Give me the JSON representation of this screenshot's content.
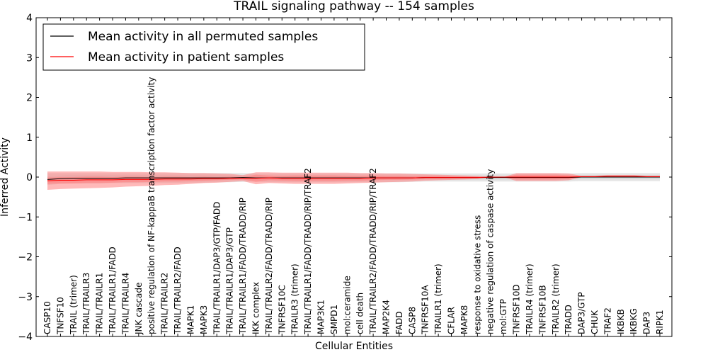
{
  "chart_data": {
    "type": "line",
    "title": "TRAIL signaling pathway -- 154 samples",
    "xlabel": "Cellular Entities",
    "ylabel": "Inferred Activity",
    "ylim": [
      -4,
      4
    ],
    "yticks": [
      -4,
      -3,
      -2,
      -1,
      0,
      1,
      2,
      3,
      4
    ],
    "ytick_labels": [
      "−4",
      "−3",
      "−2",
      "−1",
      "0",
      "1",
      "2",
      "3",
      "4"
    ],
    "legend_position": "top-left",
    "grid": false,
    "categories": [
      "CASP10",
      "TNFSF10",
      "TRAIL (trimer)",
      "TRAIL/TRAILR3",
      "TRAIL/TRAILR1",
      "TRAIL/TRAILR1/FADD",
      "TRAIL/TRAILR4",
      "JNK cascade",
      "positive regulation of NF-kappaB transcription factor activity",
      "TRAIL/TRAILR2",
      "TRAIL/TRAILR2/FADD",
      "MAPK1",
      "MAPK3",
      "TRAIL/TRAILR1/DAP3/GTP/FADD",
      "TRAIL/TRAILR1/DAP3/GTP",
      "TRAIL/TRAILR1/FADD/TRADD/RIP",
      "IKK complex",
      "TRAIL/TRAILR2/FADD/TRADD/RIP",
      "TNFRSF10C",
      "TRAILR3 (trimer)",
      "TRAIL/TRAILR1/FADD/TRADD/RIP/TRAF2",
      "MAP3K1",
      "SMPD1",
      "mol:ceramide",
      "cell death",
      "TRAIL/TRAILR2/FADD/TRADD/RIP/TRAF2",
      "MAP2K4",
      "FADD",
      "CASP8",
      "TNFRSF10A",
      "TRAILR1 (trimer)",
      "CFLAR",
      "MAPK8",
      "response to oxidative stress",
      "negative regulation of caspase activity",
      "mol:GTP",
      "TNFRSF10D",
      "TRAILR4 (trimer)",
      "TNFRSF10B",
      "TRAILR2 (trimer)",
      "TRADD",
      "DAP3/GTP",
      "CHUK",
      "TRAF2",
      "IKBKB",
      "IKBKG",
      "DAP3",
      "RIPK1"
    ],
    "series": [
      {
        "name": "Mean activity in all permuted samples",
        "color": "#000000",
        "band_color": "#d0d0d0",
        "values": [
          -0.06,
          -0.04,
          -0.03,
          -0.03,
          -0.03,
          -0.03,
          -0.02,
          -0.02,
          -0.02,
          -0.02,
          -0.02,
          -0.02,
          -0.02,
          -0.02,
          -0.02,
          -0.01,
          -0.02,
          -0.02,
          -0.02,
          -0.02,
          -0.02,
          -0.02,
          -0.02,
          -0.02,
          -0.02,
          -0.02,
          -0.02,
          -0.02,
          -0.02,
          -0.01,
          -0.01,
          -0.01,
          -0.01,
          -0.01,
          -0.01,
          -0.01,
          -0.01,
          -0.01,
          -0.01,
          -0.01,
          -0.01,
          0.0,
          0.0,
          0.0,
          0.0,
          0.0,
          0.0,
          0.0
        ],
        "inner_lower": [
          -0.12,
          -0.1,
          -0.09,
          -0.09,
          -0.09,
          -0.09,
          -0.08,
          -0.08,
          -0.08,
          -0.08,
          -0.08,
          -0.08,
          -0.08,
          -0.07,
          -0.07,
          -0.06,
          -0.06,
          -0.07,
          -0.07,
          -0.07,
          -0.07,
          -0.07,
          -0.07,
          -0.07,
          -0.07,
          -0.07,
          -0.07,
          -0.07,
          -0.07,
          -0.06,
          -0.06,
          -0.06,
          -0.06,
          -0.06,
          -0.06,
          -0.06,
          -0.06,
          -0.06,
          -0.06,
          -0.06,
          -0.06,
          -0.05,
          -0.05,
          -0.05,
          -0.05,
          -0.05,
          -0.05,
          -0.05
        ],
        "inner_upper": [
          0.02,
          0.04,
          0.05,
          0.05,
          0.05,
          0.05,
          0.05,
          0.05,
          0.05,
          0.05,
          0.05,
          0.05,
          0.05,
          0.05,
          0.05,
          0.05,
          0.04,
          0.04,
          0.04,
          0.04,
          0.04,
          0.04,
          0.04,
          0.04,
          0.04,
          0.04,
          0.04,
          0.04,
          0.04,
          0.04,
          0.04,
          0.04,
          0.04,
          0.04,
          0.04,
          0.04,
          0.04,
          0.04,
          0.04,
          0.04,
          0.04,
          0.05,
          0.05,
          0.05,
          0.05,
          0.05,
          0.05,
          0.05
        ],
        "outer_lower": [
          -0.2,
          -0.17,
          -0.16,
          -0.16,
          -0.16,
          -0.15,
          -0.15,
          -0.15,
          -0.15,
          -0.15,
          -0.15,
          -0.14,
          -0.14,
          -0.13,
          -0.13,
          -0.12,
          -0.11,
          -0.13,
          -0.13,
          -0.13,
          -0.13,
          -0.13,
          -0.13,
          -0.13,
          -0.13,
          -0.13,
          -0.13,
          -0.13,
          -0.12,
          -0.11,
          -0.11,
          -0.11,
          -0.11,
          -0.11,
          -0.11,
          -0.11,
          -0.11,
          -0.11,
          -0.11,
          -0.11,
          -0.11,
          -0.1,
          -0.1,
          -0.1,
          -0.1,
          -0.1,
          -0.1,
          -0.1
        ],
        "outer_upper": [
          0.1,
          0.1,
          0.1,
          0.1,
          0.1,
          0.1,
          0.1,
          0.1,
          0.1,
          0.1,
          0.1,
          0.1,
          0.1,
          0.1,
          0.1,
          0.1,
          0.09,
          0.09,
          0.09,
          0.09,
          0.09,
          0.09,
          0.09,
          0.09,
          0.09,
          0.09,
          0.09,
          0.09,
          0.09,
          0.09,
          0.09,
          0.09,
          0.09,
          0.09,
          0.09,
          0.09,
          0.09,
          0.09,
          0.09,
          0.09,
          0.09,
          0.1,
          0.1,
          0.1,
          0.1,
          0.1,
          0.1,
          0.1
        ]
      },
      {
        "name": "Mean activity in patient samples",
        "color": "#ff0000",
        "band_color": "#ff8080",
        "values": [
          -0.09,
          -0.08,
          -0.08,
          -0.07,
          -0.07,
          -0.07,
          -0.06,
          -0.06,
          -0.06,
          -0.05,
          -0.05,
          -0.05,
          -0.04,
          -0.04,
          -0.03,
          -0.03,
          -0.03,
          -0.02,
          -0.03,
          -0.03,
          -0.03,
          -0.03,
          -0.03,
          -0.03,
          -0.03,
          -0.02,
          -0.02,
          -0.02,
          -0.02,
          -0.01,
          -0.01,
          -0.01,
          -0.01,
          -0.01,
          0.0,
          0.0,
          0.0,
          0.0,
          0.0,
          0.0,
          0.0,
          0.01,
          0.01,
          0.02,
          0.02,
          0.02,
          0.01,
          0.01
        ],
        "inner_lower": [
          -0.17,
          -0.16,
          -0.16,
          -0.15,
          -0.15,
          -0.14,
          -0.13,
          -0.13,
          -0.12,
          -0.11,
          -0.11,
          -0.1,
          -0.09,
          -0.08,
          -0.07,
          -0.06,
          -0.12,
          -0.08,
          -0.09,
          -0.1,
          -0.1,
          -0.1,
          -0.1,
          -0.09,
          -0.09,
          -0.08,
          -0.07,
          -0.07,
          -0.06,
          -0.05,
          -0.05,
          -0.04,
          -0.04,
          -0.03,
          0.0,
          0.0,
          -0.06,
          -0.06,
          -0.06,
          -0.06,
          -0.05,
          0.0,
          0.0,
          0.0,
          0.0,
          0.0,
          0.0,
          0.0
        ],
        "inner_upper": [
          -0.01,
          0.0,
          0.0,
          0.01,
          0.01,
          0.0,
          0.01,
          0.01,
          0.0,
          0.01,
          0.01,
          0.0,
          0.01,
          0.0,
          0.01,
          0.0,
          0.06,
          0.04,
          0.03,
          0.04,
          0.04,
          0.04,
          0.04,
          0.03,
          0.03,
          0.04,
          0.03,
          0.03,
          0.02,
          0.03,
          0.03,
          0.02,
          0.02,
          0.01,
          0.0,
          0.0,
          0.06,
          0.06,
          0.06,
          0.06,
          0.05,
          0.02,
          0.02,
          0.04,
          0.04,
          0.04,
          0.02,
          0.02
        ],
        "outer_lower": [
          -0.32,
          -0.3,
          -0.29,
          -0.28,
          -0.27,
          -0.26,
          -0.24,
          -0.23,
          -0.22,
          -0.2,
          -0.19,
          -0.17,
          -0.15,
          -0.14,
          -0.12,
          -0.1,
          -0.18,
          -0.15,
          -0.16,
          -0.17,
          -0.17,
          -0.17,
          -0.17,
          -0.16,
          -0.15,
          -0.14,
          -0.13,
          -0.12,
          -0.11,
          -0.09,
          -0.08,
          -0.07,
          -0.06,
          -0.05,
          0.0,
          0.0,
          -0.1,
          -0.1,
          -0.1,
          -0.1,
          -0.08,
          0.0,
          0.0,
          0.0,
          0.0,
          0.0,
          0.0,
          0.0
        ],
        "outer_upper": [
          0.14,
          0.14,
          0.14,
          0.14,
          0.14,
          0.13,
          0.13,
          0.13,
          0.12,
          0.12,
          0.11,
          0.1,
          0.1,
          0.09,
          0.08,
          0.05,
          0.12,
          0.12,
          0.11,
          0.11,
          0.11,
          0.11,
          0.11,
          0.11,
          0.1,
          0.1,
          0.09,
          0.09,
          0.08,
          0.07,
          0.06,
          0.05,
          0.04,
          0.03,
          0.0,
          0.0,
          0.1,
          0.1,
          0.1,
          0.1,
          0.09,
          0.03,
          0.03,
          0.05,
          0.05,
          0.05,
          0.03,
          0.03
        ]
      }
    ]
  }
}
